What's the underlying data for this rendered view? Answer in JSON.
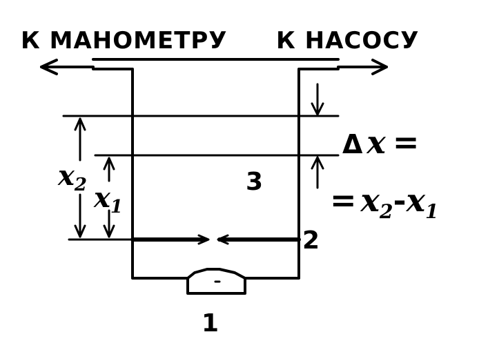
{
  "labels": {
    "to_manometer": "К МАНОМЕТРУ",
    "to_pump": "К НАСОСУ",
    "part_1": "1",
    "part_2": "2",
    "part_3": "3"
  },
  "formula": {
    "delta_symbol": "Δ",
    "delta_var": "x",
    "line1_eq": "=",
    "line2_eq": "=",
    "x2_var": "x",
    "x2_sub": "2",
    "minus": "-",
    "x1_var": "x",
    "x1_sub": "1"
  },
  "dimensions": {
    "x2_var": "x",
    "x2_sub": "2",
    "x1_var": "x",
    "x1_sub": "1"
  },
  "colors": {
    "ink": "#000000",
    "background": "#ffffff"
  }
}
